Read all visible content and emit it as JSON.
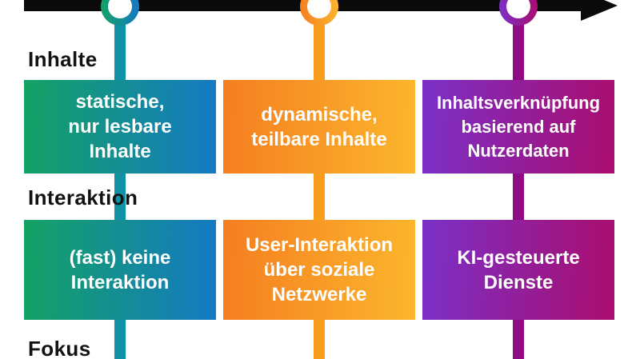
{
  "diagram": {
    "type": "timeline-comparison",
    "arrow_color": "#0a0a0a",
    "background": "#ffffff",
    "label_color": "#121212",
    "card_text_color": "#ffffff"
  },
  "rows": [
    {
      "label": "Inhalte"
    },
    {
      "label": "Interaktion"
    },
    {
      "label": "Fokus"
    }
  ],
  "columns": [
    {
      "name": "stufe-1",
      "colors": {
        "from": "#14a263",
        "to": "#1479c4",
        "line": "#0f93a4"
      },
      "inhalte": "statische,\nnur lesbare\nInhalte",
      "interaktion": "(fast) keine\nInteraktion"
    },
    {
      "name": "stufe-2",
      "colors": {
        "from": "#f57e20",
        "to": "#fcb62d",
        "line": "#f99d1b"
      },
      "inhalte": "dynamische,\nteilbare Inhalte",
      "interaktion": "User-Interaktion\nüber soziale\nNetzwerke"
    },
    {
      "name": "stufe-3",
      "colors": {
        "from": "#7b30c7",
        "to": "#aa0d6e",
        "line": "#8f0a85"
      },
      "inhalte": "Inhaltsverknüpfung\nbasierend auf\nNutzerdaten",
      "interaktion": "KI-gesteuerte\nDienste"
    }
  ]
}
